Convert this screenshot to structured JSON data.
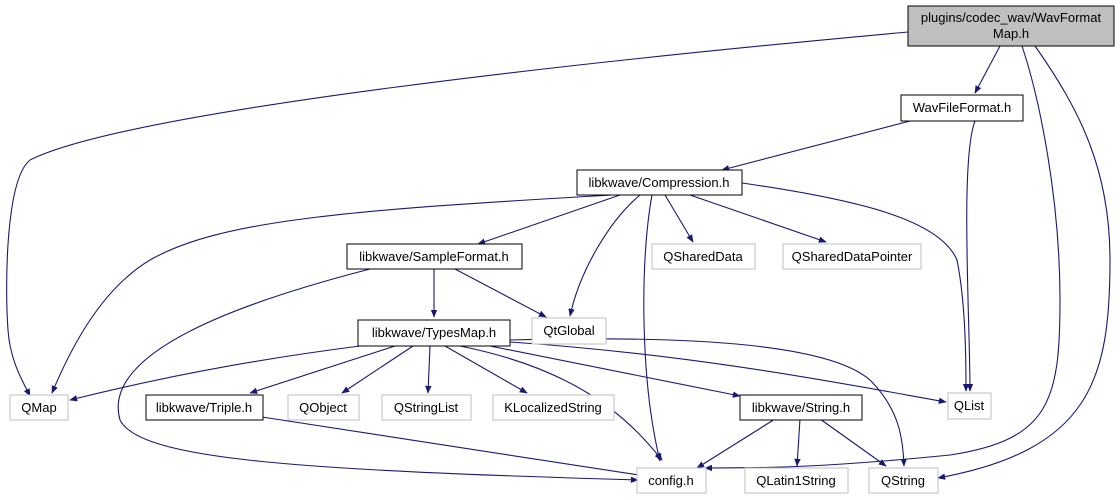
{
  "colors": {
    "edge": "#191970",
    "root_fill": "#bfbfbf",
    "local_border": "#000000",
    "external_border": "#bfbfbf",
    "text": "#000000"
  },
  "nodes": {
    "root": {
      "line1": "plugins/codec_wav/WavFormat",
      "line2": "Map.h"
    },
    "wavfileformat": {
      "label": "WavFileFormat.h"
    },
    "compression": {
      "label": "libkwave/Compression.h"
    },
    "sampleformat": {
      "label": "libkwave/SampleFormat.h"
    },
    "qshareddata": {
      "label": "QSharedData"
    },
    "qshareddatapointer": {
      "label": "QSharedDataPointer"
    },
    "typesmap": {
      "label": "libkwave/TypesMap.h"
    },
    "qtglobal": {
      "label": "QtGlobal"
    },
    "qmap": {
      "label": "QMap"
    },
    "triple": {
      "label": "libkwave/Triple.h"
    },
    "qobject": {
      "label": "QObject"
    },
    "qstringlist": {
      "label": "QStringList"
    },
    "klocalizedstring": {
      "label": "KLocalizedString"
    },
    "string": {
      "label": "libkwave/String.h"
    },
    "qlist": {
      "label": "QList"
    },
    "config": {
      "label": "config.h"
    },
    "qlatin1string": {
      "label": "QLatin1String"
    },
    "qstring": {
      "label": "QString"
    }
  },
  "edges": [
    [
      "root",
      "qmap"
    ],
    [
      "root",
      "wavfileformat"
    ],
    [
      "root",
      "config"
    ],
    [
      "root",
      "qstring"
    ],
    [
      "wavfileformat",
      "compression"
    ],
    [
      "wavfileformat",
      "qlist"
    ],
    [
      "compression",
      "sampleformat"
    ],
    [
      "compression",
      "qmap"
    ],
    [
      "compression",
      "qtglobal"
    ],
    [
      "compression",
      "config"
    ],
    [
      "compression",
      "qshareddata"
    ],
    [
      "compression",
      "qshareddatapointer"
    ],
    [
      "compression",
      "qlist"
    ],
    [
      "sampleformat",
      "typesmap"
    ],
    [
      "sampleformat",
      "qtglobal"
    ],
    [
      "sampleformat",
      "config"
    ],
    [
      "typesmap",
      "qmap"
    ],
    [
      "typesmap",
      "triple"
    ],
    [
      "typesmap",
      "qobject"
    ],
    [
      "typesmap",
      "qstringlist"
    ],
    [
      "typesmap",
      "klocalizedstring"
    ],
    [
      "typesmap",
      "string"
    ],
    [
      "typesmap",
      "qlist"
    ],
    [
      "typesmap",
      "config"
    ],
    [
      "typesmap",
      "qstring"
    ],
    [
      "triple",
      "config"
    ],
    [
      "string",
      "config"
    ],
    [
      "string",
      "qlatin1string"
    ],
    [
      "string",
      "qstring"
    ]
  ]
}
